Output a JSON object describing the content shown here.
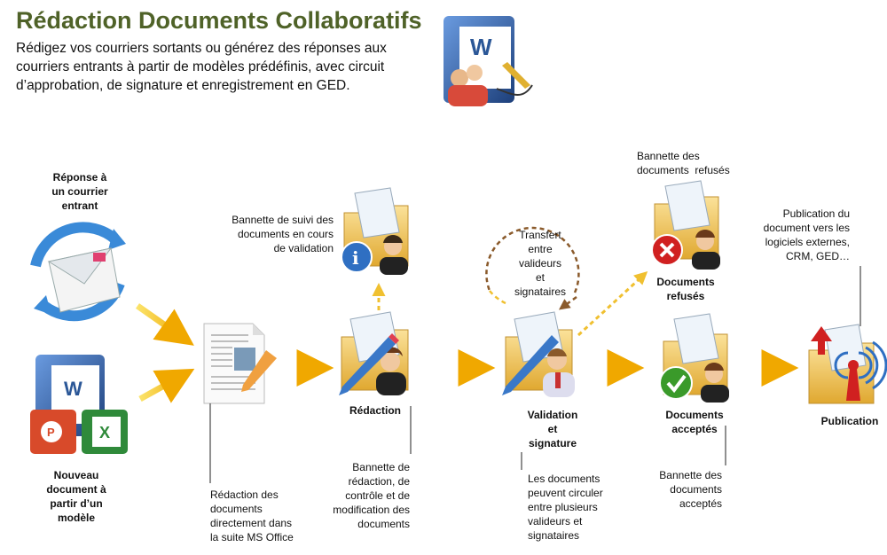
{
  "header": {
    "title": "Rédaction Documents Collaboratifs",
    "subtitle": "Rédigez vos courriers sortants ou générez des réponses aux courriers entrants à partir de modèles prédéfinis, avec circuit d’approbation, de signature et enregistrement en GED."
  },
  "inputs": {
    "reply_line1": "Réponse à",
    "reply_line2": "un courrier",
    "reply_line3": "entrant",
    "new_line1": "Nouveau",
    "new_line2": "document à",
    "new_line3": "partir d’un",
    "new_line4": "modèle"
  },
  "steps": {
    "redaction": "Rédaction",
    "validation_line1": "Validation",
    "validation_line2": "et",
    "validation_line3": "signature",
    "accepted_line1": "Documents",
    "accepted_line2": "acceptés",
    "refused_line1": "Documents",
    "refused_line2": "refusés",
    "publication": "Publication"
  },
  "notes": {
    "tracking_line1": "Bannette de suivi des",
    "tracking_line2": "documents en cours",
    "tracking_line3": "de validation",
    "transfer_line1": "Transfert",
    "transfer_line2": "entre",
    "transfer_line3": "valideurs",
    "transfer_line4": "et",
    "transfer_line5": "signataires",
    "refused_tray_line1": "Bannette des",
    "refused_tray_line2": "documents  refusés",
    "publish_line1": "Publication du",
    "publish_line2": "document vers les",
    "publish_line3": "logiciels externes,",
    "publish_line4": "CRM, GED…",
    "office_line1": "Rédaction des",
    "office_line2": "documents",
    "office_line3": "directement dans",
    "office_line4": "la suite MS Office",
    "redaction_tray_line1": "Bannette de",
    "redaction_tray_line2": "rédaction, de",
    "redaction_tray_line3": "contrôle et de",
    "redaction_tray_line4": "modification des",
    "redaction_tray_line5": "documents",
    "circulate_line1": "Les documents",
    "circulate_line2": "peuvent circuler",
    "circulate_line3": "entre plusieurs",
    "circulate_line4": "valideurs et",
    "circulate_line5": "signataires",
    "accepted_tray_line1": "Bannette des",
    "accepted_tray_line2": "documents",
    "accepted_tray_line3": "acceptés"
  },
  "icons": {
    "word_letter": "W",
    "excel_letter": "X",
    "ppt_letter": "P"
  },
  "colors": {
    "title": "#4f6228",
    "arrow_orange": "#f0a800",
    "arrow_light": "#f8d84a",
    "dashed_brown": "#8a5a2b",
    "folder": "#f2c14e",
    "word_blue": "#2b5797",
    "accept_green": "#3a9a2a",
    "refuse_red": "#d02020",
    "info_blue": "#2f6fc2"
  }
}
